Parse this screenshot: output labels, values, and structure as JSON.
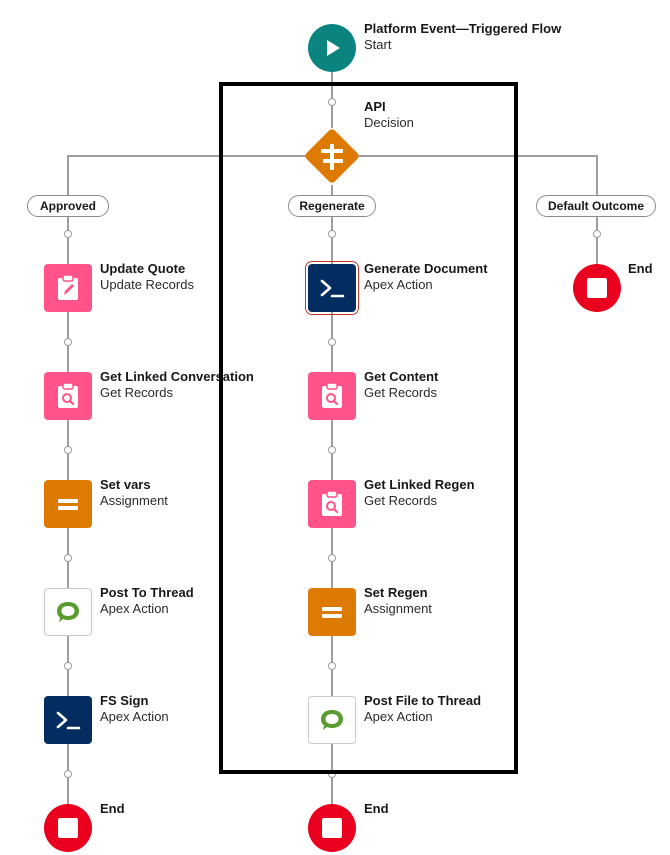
{
  "colors": {
    "start": "#0b8480",
    "decision": "#dd7a01",
    "update": "#ff538a",
    "get": "#ff538a",
    "assignment": "#dd7a01",
    "apex": "#032d60",
    "chatter": "#ffffff",
    "end": "#ea001e"
  },
  "start": {
    "title": "Platform Event—Triggered Flow",
    "subtitle": "Start",
    "icon": "play-icon"
  },
  "decision": {
    "title": "API",
    "subtitle": "Decision",
    "icon": "decision-icon"
  },
  "outcomes": [
    "Approved",
    "Regenerate",
    "Default Outcome"
  ],
  "branches": {
    "approved": [
      {
        "title": "Update Quote",
        "subtitle": "Update Records",
        "icon": "update-records-icon"
      },
      {
        "title": "Get Linked Conversation",
        "subtitle": "Get Records",
        "icon": "get-records-icon"
      },
      {
        "title": "Set vars",
        "subtitle": "Assignment",
        "icon": "assignment-icon"
      },
      {
        "title": "Post To Thread",
        "subtitle": "Apex Action",
        "icon": "chatter-icon"
      },
      {
        "title": "FS Sign",
        "subtitle": "Apex Action",
        "icon": "apex-icon"
      }
    ],
    "regenerate": [
      {
        "title": "Generate Document",
        "subtitle": "Apex Action",
        "icon": "apex-icon"
      },
      {
        "title": "Get Content",
        "subtitle": "Get Records",
        "icon": "get-records-icon"
      },
      {
        "title": "Get Linked Regen",
        "subtitle": "Get Records",
        "icon": "get-records-icon"
      },
      {
        "title": "Set Regen",
        "subtitle": "Assignment",
        "icon": "assignment-icon"
      },
      {
        "title": "Post File to Thread",
        "subtitle": "Apex Action",
        "icon": "chatter-icon"
      }
    ]
  },
  "ends": {
    "approved": "End",
    "regenerate": "End",
    "default": "End"
  }
}
